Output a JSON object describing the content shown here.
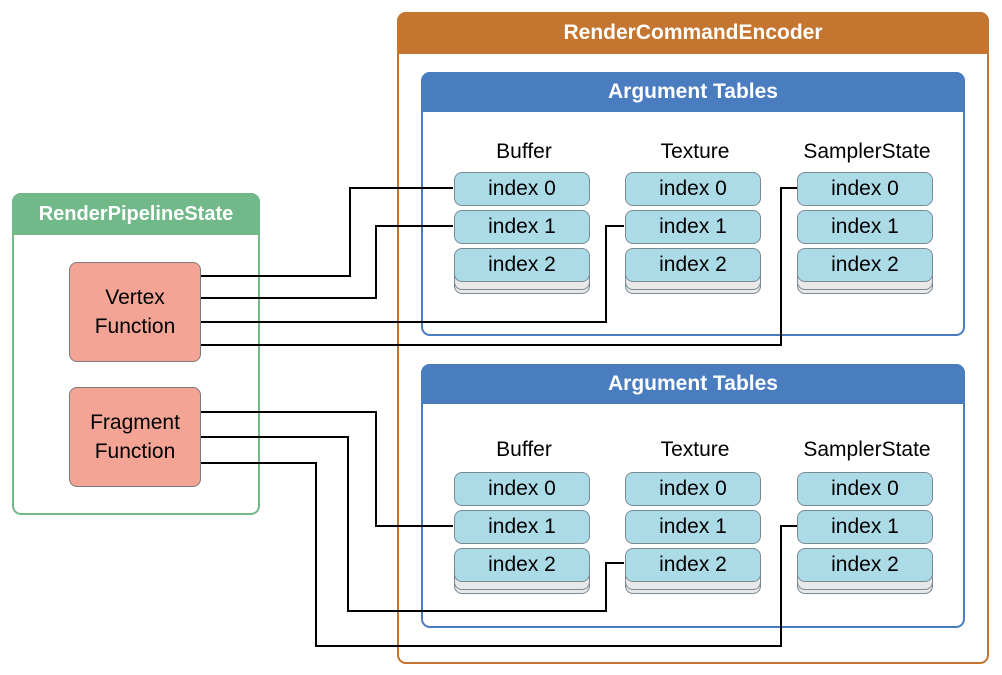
{
  "encoder": {
    "title": "RenderCommandEncoder"
  },
  "pipeline": {
    "title": "RenderPipelineState",
    "vertex": {
      "line1": "Vertex",
      "line2": "Function"
    },
    "fragment": {
      "line1": "Fragment",
      "line2": "Function"
    }
  },
  "tables": [
    {
      "title": "Argument Tables",
      "columns": [
        {
          "label": "Buffer",
          "indices": [
            "index 0",
            "index 1",
            "index 2"
          ]
        },
        {
          "label": "Texture",
          "indices": [
            "index 0",
            "index 1",
            "index 2"
          ]
        },
        {
          "label": "SamplerState",
          "indices": [
            "index 0",
            "index 1",
            "index 2"
          ]
        }
      ]
    },
    {
      "title": "Argument Tables",
      "columns": [
        {
          "label": "Buffer",
          "indices": [
            "index 0",
            "index 1",
            "index 2"
          ]
        },
        {
          "label": "Texture",
          "indices": [
            "index 0",
            "index 1",
            "index 2"
          ]
        },
        {
          "label": "SamplerState",
          "indices": [
            "index 0",
            "index 1",
            "index 2"
          ]
        }
      ]
    }
  ],
  "colors": {
    "encoder": "#c47530",
    "pipeline": "#72b98a",
    "argument_table": "#4a7cc0",
    "index_slot": "#acdbe8",
    "function_box": "#f3a495"
  }
}
